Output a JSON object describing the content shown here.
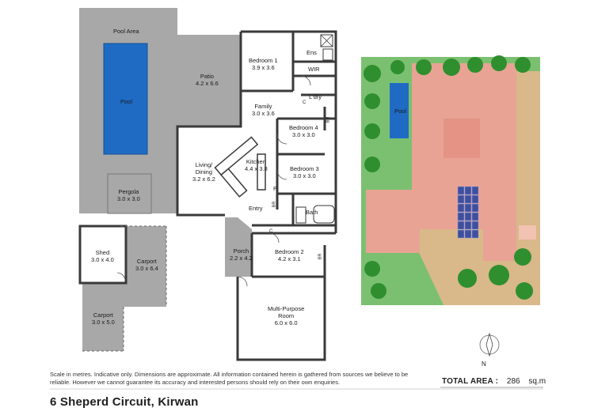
{
  "rooms": {
    "pool_area": "Pool Area",
    "pool": "Pool",
    "patio_name": "Patio",
    "patio_size": "4.2 x 6.6",
    "pergola_name": "Pergola",
    "pergola_size": "3.0 x 3.0",
    "bedroom1_name": "Bedroom 1",
    "bedroom1_size": "3.9 x 3.6",
    "ens": "Ens",
    "wir": "WIR",
    "laundry": "L'dry",
    "family_name": "Family",
    "family_size": "3.0 x 3.6",
    "bedroom4_name": "Bedroom 4",
    "bedroom4_size": "3.0 x 3.0",
    "living_name_1": "Living/",
    "living_name_2": "Dining",
    "living_size": "3.2 x 6.2",
    "kitchen_name": "Kitchen",
    "kitchen_size": "4.4 x 3.8",
    "bedroom3_name": "Bedroom 3",
    "bedroom3_size": "3.0 x 3.0",
    "pantry": "P",
    "entry": "Entry",
    "bath": "Bath",
    "shed_name": "Shed",
    "shed_size": "3.0 x 4.0",
    "carport1_name": "Carport",
    "carport1_size": "3.0 x 6.4",
    "porch_name": "Porch",
    "porch_size": "2.2 x 4.2",
    "bedroom2_name": "Bedroom 2",
    "bedroom2_size": "4.2 x 3.1",
    "multi_name_1": "Multi-Purpose",
    "multi_name_2": "Room",
    "multi_size": "6.0 x 6.0",
    "carport2_name": "Carport",
    "carport2_size": "3.0 x 5.0",
    "cupboard": "C",
    "builtin_robe": "BR"
  },
  "site": {
    "pool": "Pool",
    "north": "N"
  },
  "footer": {
    "disclaimer": "Scale in metres. Indicative only. Dimensions are approximate. All information contained herein is gathered from sources we believe to be reliable. However we cannot guarantee its accuracy and interested persons should rely on their own enquiries.",
    "total_label": "TOTAL AREA :",
    "total_value": "286",
    "total_unit": "sq.m",
    "address": "6 Sheperd Circuit, Kirwan"
  },
  "colors": {
    "pool": "#1f6bc4",
    "outdoor": "#a6a6a6",
    "wall": "#3a3a3a",
    "roof": "#e8a394",
    "grass": "#7bc070",
    "gravel": "#d9b88a",
    "solar": "#3f4fa0",
    "tree": "#2f8f2f"
  }
}
